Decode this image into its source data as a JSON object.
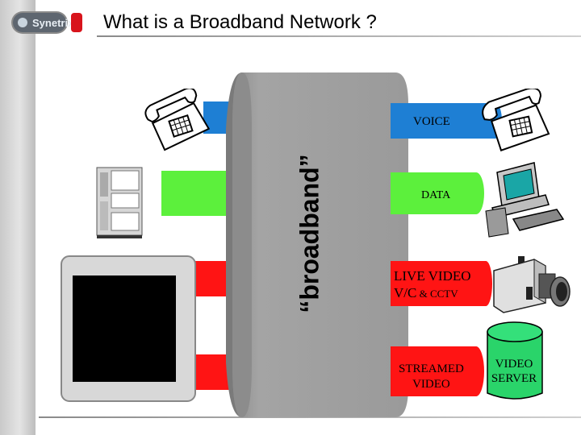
{
  "header": {
    "logo_text": "Synetrix",
    "title": "What is a Broadband Network ?"
  },
  "pipe": {
    "label": "“broadband”"
  },
  "services": {
    "voice": "VOICE",
    "data": "DATA",
    "live_video_line1": "LIVE VIDEO",
    "live_video_line2_main": "V/C",
    "live_video_line2_small": " & CCTV",
    "streamed_line1": "STREAMED",
    "streamed_line2": "VIDEO",
    "server_line1": "VIDEO",
    "server_line2": "SERVER"
  },
  "colors": {
    "voice": "#1e7fd4",
    "data": "#5cf03c",
    "video": "#ff1414",
    "pipe": "#9c9c9c",
    "server": "#2ad46a"
  }
}
